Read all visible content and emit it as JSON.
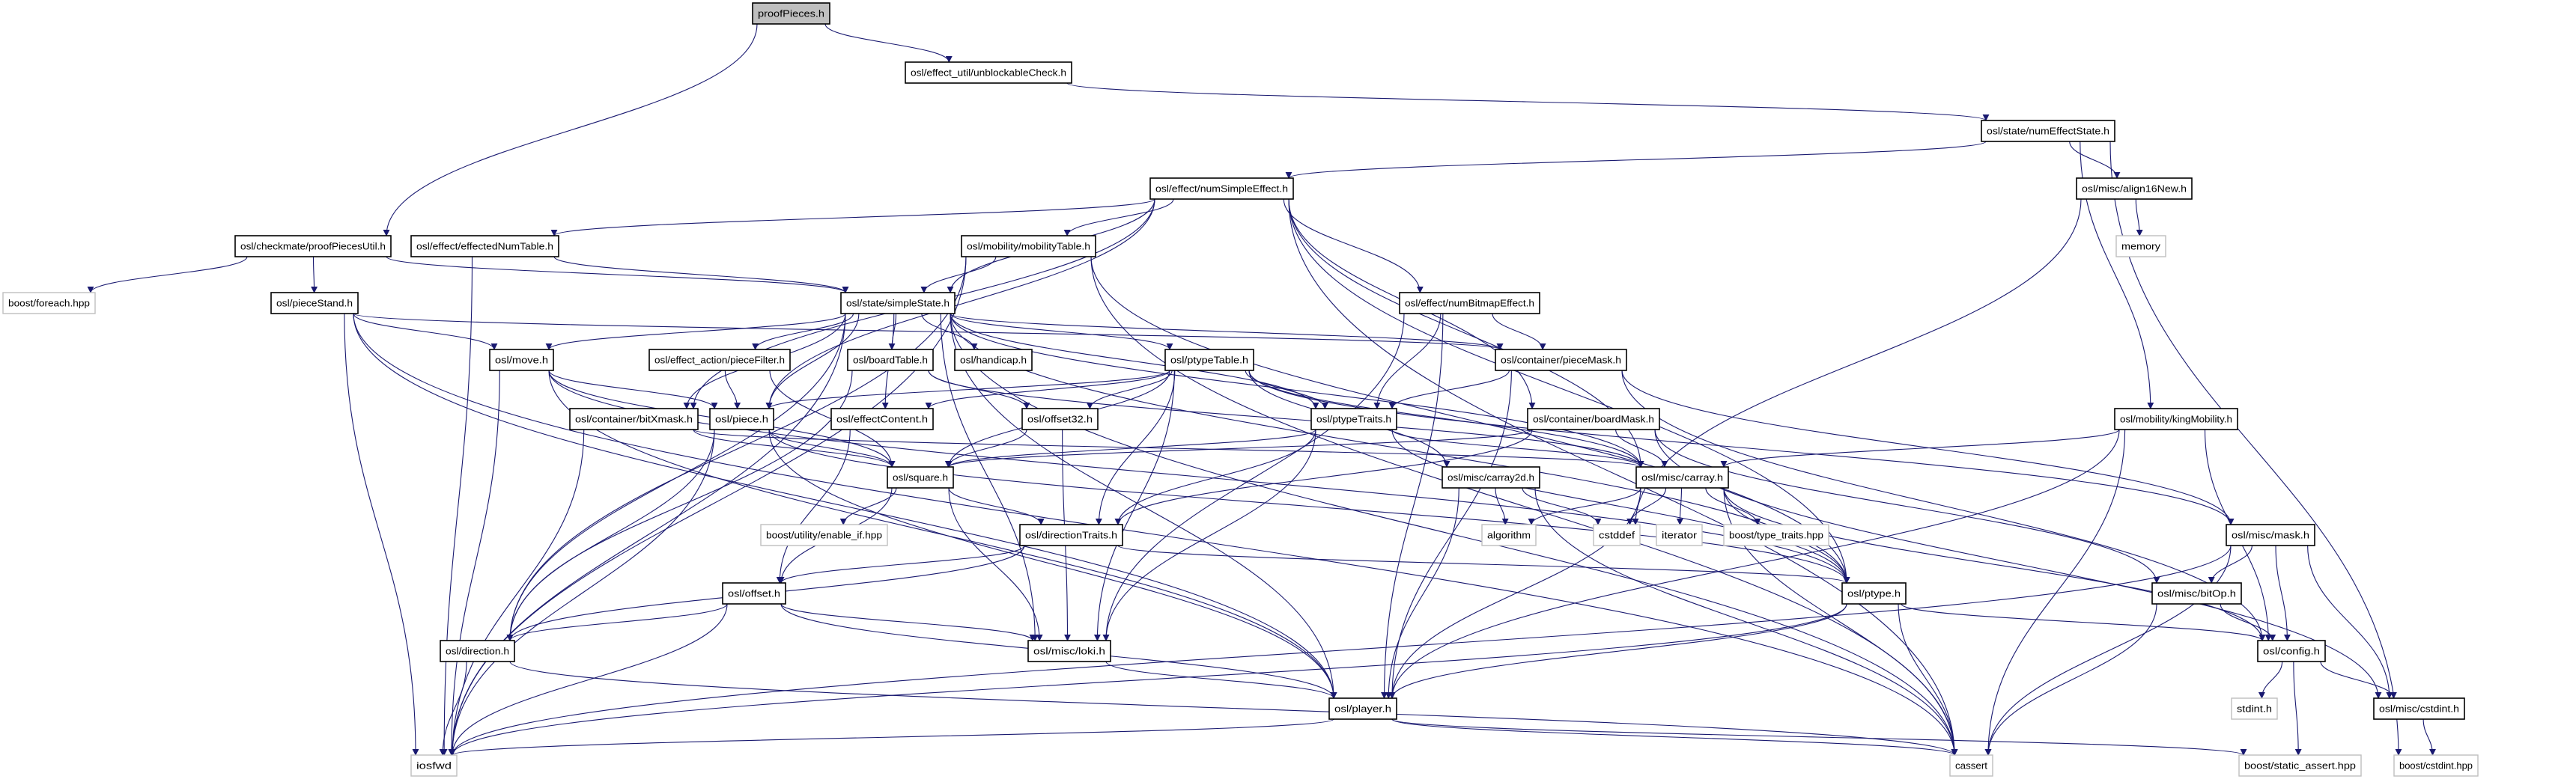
{
  "graph": {
    "edge_color": "#191970",
    "root_fill": "#bfbfbf",
    "external_border": "#bfbfbf",
    "nodes": [
      {
        "label": "proofPieces.h",
        "root": true
      },
      {
        "label": "osl/effect_util/unblockableCheck.h"
      },
      {
        "label": "osl/state/numEffectState.h"
      },
      {
        "label": "osl/effect/numSimpleEffect.h"
      },
      {
        "label": "osl/misc/align16New.h"
      },
      {
        "label": "memory",
        "external": true
      },
      {
        "label": "osl/checkmate/proofPiecesUtil.h"
      },
      {
        "label": "osl/effect/effectedNumTable.h"
      },
      {
        "label": "osl/mobility/mobilityTable.h"
      },
      {
        "label": "boost/foreach.hpp",
        "external": true
      },
      {
        "label": "osl/pieceStand.h"
      },
      {
        "label": "osl/state/simpleState.h"
      },
      {
        "label": "osl/effect/numBitmapEffect.h"
      },
      {
        "label": "osl/move.h"
      },
      {
        "label": "osl/effect_action/pieceFilter.h"
      },
      {
        "label": "osl/boardTable.h"
      },
      {
        "label": "osl/handicap.h"
      },
      {
        "label": "osl/ptypeTable.h"
      },
      {
        "label": "osl/container/pieceMask.h"
      },
      {
        "label": "osl/container/bitXmask.h"
      },
      {
        "label": "osl/piece.h"
      },
      {
        "label": "osl/effectContent.h"
      },
      {
        "label": "osl/offset32.h"
      },
      {
        "label": "osl/ptypeTraits.h"
      },
      {
        "label": "osl/container/boardMask.h"
      },
      {
        "label": "osl/mobility/kingMobility.h"
      },
      {
        "label": "osl/square.h"
      },
      {
        "label": "osl/misc/carray2d.h"
      },
      {
        "label": "osl/misc/carray.h"
      },
      {
        "label": "boost/utility/enable_if.hpp",
        "external": true
      },
      {
        "label": "osl/directionTraits.h"
      },
      {
        "label": "algorithm",
        "external": true
      },
      {
        "label": "cstddef",
        "external": true
      },
      {
        "label": "iterator",
        "external": true
      },
      {
        "label": "boost/type_traits.hpp",
        "external": true
      },
      {
        "label": "osl/misc/mask.h"
      },
      {
        "label": "osl/offset.h"
      },
      {
        "label": "osl/ptype.h"
      },
      {
        "label": "osl/misc/bitOp.h"
      },
      {
        "label": "osl/direction.h"
      },
      {
        "label": "osl/misc/loki.h"
      },
      {
        "label": "osl/config.h"
      },
      {
        "label": "stdint.h",
        "external": true
      },
      {
        "label": "osl/misc/cstdint.h"
      },
      {
        "label": "osl/player.h"
      },
      {
        "label": "iosfwd",
        "external": true
      },
      {
        "label": "cassert",
        "external": true
      },
      {
        "label": "boost/static_assert.hpp",
        "external": true
      },
      {
        "label": "boost/cstdint.hpp",
        "external": true
      }
    ],
    "edges": [
      [
        0,
        1
      ],
      [
        0,
        6
      ],
      [
        1,
        2
      ],
      [
        2,
        3
      ],
      [
        2,
        4
      ],
      [
        2,
        25
      ],
      [
        2,
        48
      ],
      [
        4,
        5
      ],
      [
        4,
        32
      ],
      [
        3,
        7
      ],
      [
        3,
        8
      ],
      [
        3,
        11
      ],
      [
        3,
        12
      ],
      [
        3,
        19
      ],
      [
        3,
        20
      ],
      [
        3,
        28
      ],
      [
        3,
        24
      ],
      [
        3,
        46
      ],
      [
        3,
        37
      ],
      [
        6,
        9
      ],
      [
        6,
        10
      ],
      [
        6,
        11
      ],
      [
        7,
        11
      ],
      [
        7,
        45
      ],
      [
        8,
        11
      ],
      [
        8,
        45
      ],
      [
        8,
        39
      ],
      [
        8,
        37
      ],
      [
        8,
        46
      ],
      [
        10,
        13
      ],
      [
        10,
        45
      ],
      [
        10,
        44
      ],
      [
        10,
        18
      ],
      [
        10,
        46
      ],
      [
        11,
        13
      ],
      [
        11,
        14
      ],
      [
        11,
        15
      ],
      [
        11,
        16
      ],
      [
        11,
        17
      ],
      [
        11,
        18
      ],
      [
        11,
        19
      ],
      [
        11,
        21
      ],
      [
        11,
        23
      ],
      [
        11,
        20
      ],
      [
        11,
        28
      ],
      [
        11,
        37
      ],
      [
        11,
        39
      ],
      [
        11,
        40
      ],
      [
        11,
        45
      ],
      [
        11,
        44
      ],
      [
        11,
        46
      ],
      [
        12,
        18
      ],
      [
        12,
        23
      ],
      [
        12,
        40
      ],
      [
        12,
        44
      ],
      [
        13,
        20
      ],
      [
        13,
        26
      ],
      [
        13,
        45
      ],
      [
        13,
        44
      ],
      [
        13,
        37
      ],
      [
        14,
        20
      ],
      [
        14,
        26
      ],
      [
        15,
        22
      ],
      [
        15,
        28
      ],
      [
        15,
        39
      ],
      [
        17,
        23
      ],
      [
        17,
        22
      ],
      [
        17,
        21
      ],
      [
        17,
        26
      ],
      [
        17,
        27
      ],
      [
        17,
        28
      ],
      [
        17,
        30
      ],
      [
        17,
        40
      ],
      [
        17,
        35
      ],
      [
        17,
        20
      ],
      [
        18,
        23
      ],
      [
        18,
        35
      ],
      [
        18,
        41
      ],
      [
        18,
        44
      ],
      [
        19,
        26
      ],
      [
        19,
        45
      ],
      [
        19,
        28
      ],
      [
        20,
        26
      ],
      [
        20,
        37
      ],
      [
        20,
        45
      ],
      [
        20,
        44
      ],
      [
        20,
        39
      ],
      [
        21,
        36
      ],
      [
        22,
        26
      ],
      [
        22,
        40
      ],
      [
        23,
        26
      ],
      [
        23,
        30
      ],
      [
        23,
        28
      ],
      [
        23,
        37
      ],
      [
        23,
        40
      ],
      [
        24,
        26
      ],
      [
        24,
        28
      ],
      [
        24,
        30
      ],
      [
        24,
        43
      ],
      [
        24,
        38
      ],
      [
        25,
        28
      ],
      [
        25,
        41
      ],
      [
        25,
        44
      ],
      [
        25,
        46
      ],
      [
        26,
        29
      ],
      [
        26,
        30
      ],
      [
        26,
        36
      ],
      [
        26,
        40
      ],
      [
        27,
        31
      ],
      [
        27,
        32
      ],
      [
        27,
        44
      ],
      [
        27,
        46
      ],
      [
        28,
        31
      ],
      [
        28,
        32
      ],
      [
        28,
        33
      ],
      [
        28,
        34
      ],
      [
        28,
        37
      ],
      [
        28,
        44
      ],
      [
        28,
        41
      ],
      [
        28,
        46
      ],
      [
        30,
        36
      ],
      [
        30,
        39
      ],
      [
        30,
        37
      ],
      [
        35,
        38
      ],
      [
        35,
        41
      ],
      [
        35,
        43
      ],
      [
        35,
        46
      ],
      [
        35,
        45
      ],
      [
        36,
        39
      ],
      [
        36,
        40
      ],
      [
        36,
        44
      ],
      [
        36,
        45
      ],
      [
        37,
        44
      ],
      [
        37,
        41
      ],
      [
        37,
        46
      ],
      [
        37,
        45
      ],
      [
        38,
        41
      ],
      [
        38,
        46
      ],
      [
        39,
        45
      ],
      [
        39,
        46
      ],
      [
        40,
        44
      ],
      [
        41,
        42
      ],
      [
        41,
        47
      ],
      [
        41,
        43
      ],
      [
        43,
        48
      ],
      [
        44,
        45
      ],
      [
        44,
        46
      ],
      [
        44,
        47
      ]
    ]
  }
}
